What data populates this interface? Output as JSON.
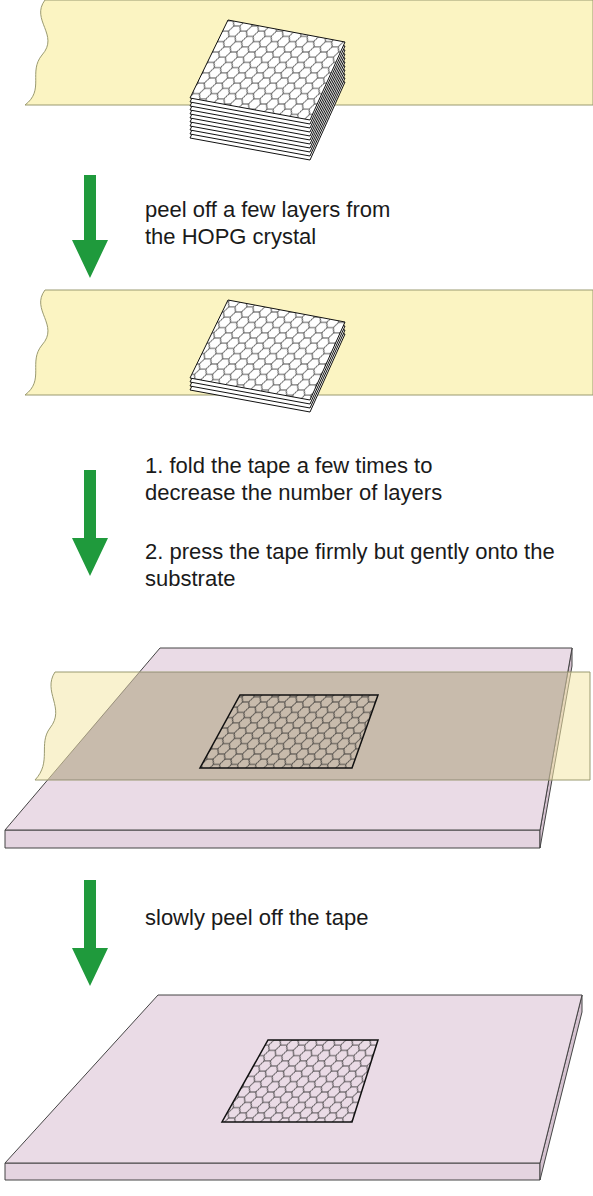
{
  "diagram": {
    "labels": [
      "peel off a few layers from the HOPG crystal",
      "1. fold the tape a few times to decrease the number of layers",
      "2. press the tape firmly but gently onto the substrate",
      "slowly peel off the tape"
    ]
  }
}
